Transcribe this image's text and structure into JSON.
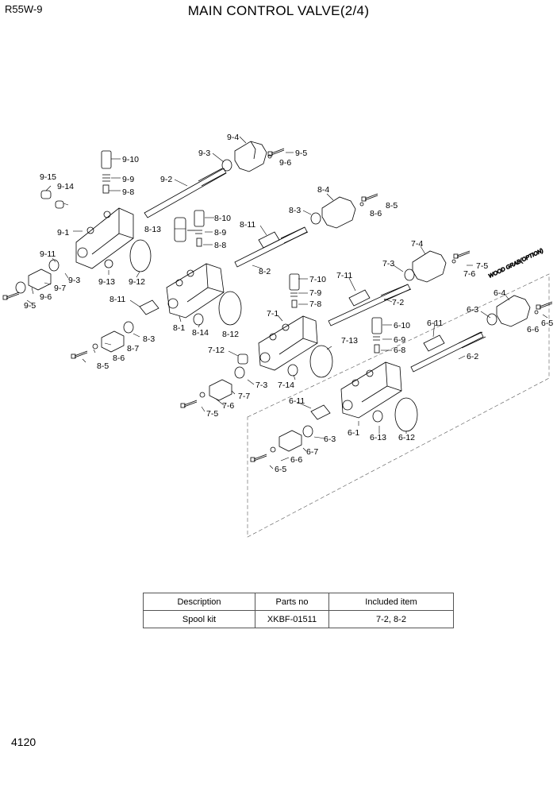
{
  "header": {
    "model": "R55W-9",
    "title": "MAIN CONTROL VALVE(2/4)"
  },
  "page_number": "4120",
  "note": "WOOD GRAB(OPTION)",
  "labels": {
    "l9_4": "9-4",
    "l9_3": "9-3",
    "l9_5": "9-5",
    "l9_6": "9-6",
    "l9_10": "9-10",
    "l9_9": "9-9",
    "l9_8": "9-8",
    "l9_2": "9-2",
    "l9_15": "9-15",
    "l9_14": "9-14",
    "l9_1": "9-1",
    "l9_11": "9-11",
    "l9_3b": "9-3",
    "l9_7": "9-7",
    "l9_6b": "9-6",
    "l9_5b": "9-5",
    "l9_13": "9-13",
    "l9_12": "9-12",
    "l8_4": "8-4",
    "l8_3": "8-3",
    "l8_5": "8-5",
    "l8_6": "8-6",
    "l8_10": "8-10",
    "l8_9": "8-9",
    "l8_8": "8-8",
    "l8_13": "8-13",
    "l8_11": "8-11",
    "l8_2": "8-2",
    "l8_11b": "8-11",
    "l8_1": "8-1",
    "l8_14": "8-14",
    "l8_12": "8-12",
    "l8_3b": "8-3",
    "l8_7": "8-7",
    "l8_6b": "8-6",
    "l8_5b": "8-5",
    "l7_4": "7-4",
    "l7_3": "7-3",
    "l7_5": "7-5",
    "l7_6": "7-6",
    "l7_11": "7-11",
    "l7_10": "7-10",
    "l7_9": "7-9",
    "l7_8": "7-8",
    "l7_2": "7-2",
    "l7_1": "7-1",
    "l7_13": "7-13",
    "l7_12": "7-12",
    "l7_3b": "7-3",
    "l7_14": "7-14",
    "l7_7": "7-7",
    "l7_6b": "7-6",
    "l7_5b": "7-5",
    "l6_4": "6-4",
    "l6_3": "6-3",
    "l6_5": "6-5",
    "l6_6": "6-6",
    "l6_10": "6-10",
    "l6_11": "6-11",
    "l6_9": "6-9",
    "l6_8": "6-8",
    "l6_2": "6-2",
    "l6_11b": "6-11",
    "l6_1": "6-1",
    "l6_13": "6-13",
    "l6_12": "6-12",
    "l6_3b": "6-3",
    "l6_7": "6-7",
    "l6_6b": "6-6",
    "l6_5b": "6-5"
  },
  "table": {
    "headers": [
      "Description",
      "Parts no",
      "Included item"
    ],
    "rows": [
      [
        "Spool kit",
        "XKBF-01511",
        "7-2, 8-2"
      ]
    ]
  }
}
